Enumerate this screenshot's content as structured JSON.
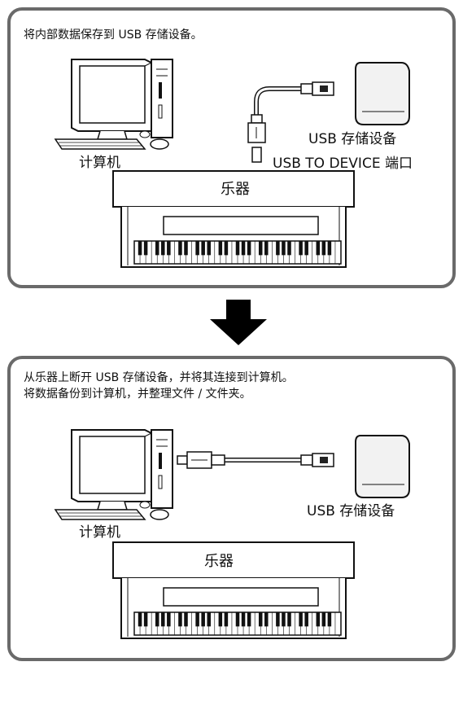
{
  "step1": {
    "caption": "将内部数据保存到 USB 存储设备。",
    "computer_label": "计算机",
    "device_label": "USB 存储设备",
    "port_label": "USB TO DEVICE 端口",
    "instrument_label": "乐器"
  },
  "step2": {
    "caption_line1": "从乐器上断开 USB 存储设备，并将其连接到计算机。",
    "caption_line2": "将数据备份到计算机，并整理文件 / 文件夹。",
    "computer_label": "计算机",
    "device_label": "USB 存储设备",
    "instrument_label": "乐器"
  },
  "colors": {
    "frame": "#6a6a6a",
    "arrow": "#000000",
    "drive_fill": "#f2f2f2"
  }
}
